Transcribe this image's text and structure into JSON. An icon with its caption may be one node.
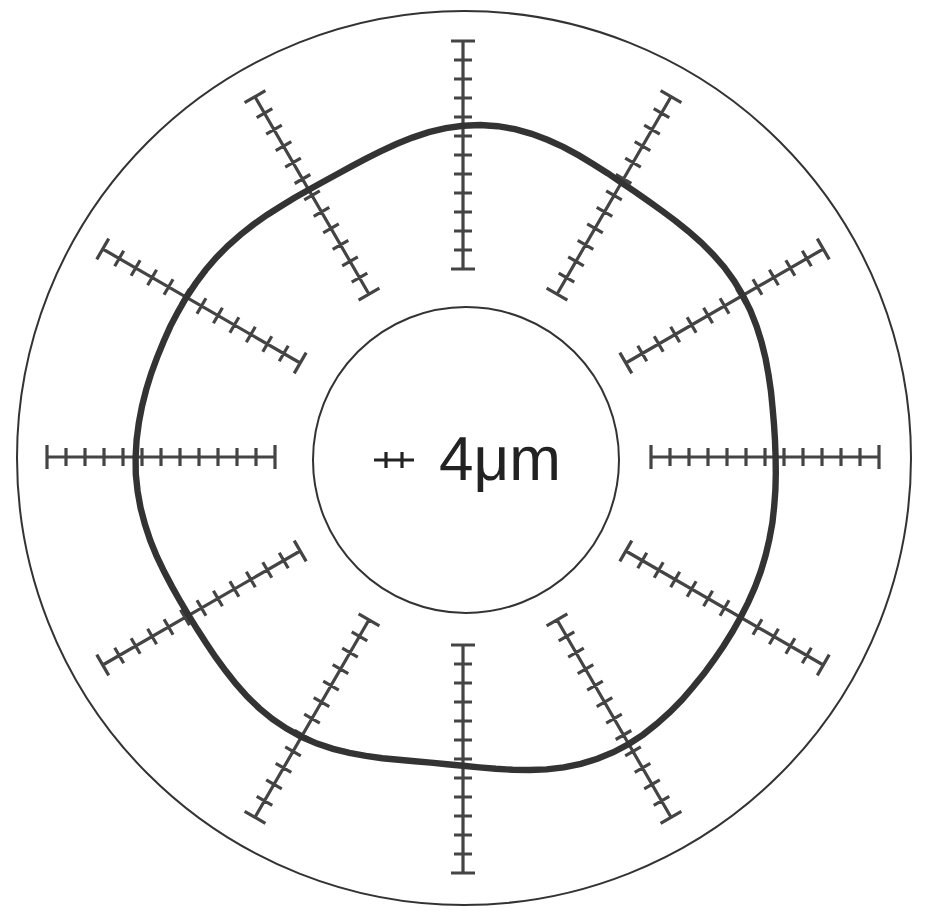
{
  "diagram": {
    "nodes": [
      {
        "text": [],
        "shape": "circle"
      },
      {
        "text": [
          "4μm"
        ],
        "in": 0
      }
    ]
  }
}
